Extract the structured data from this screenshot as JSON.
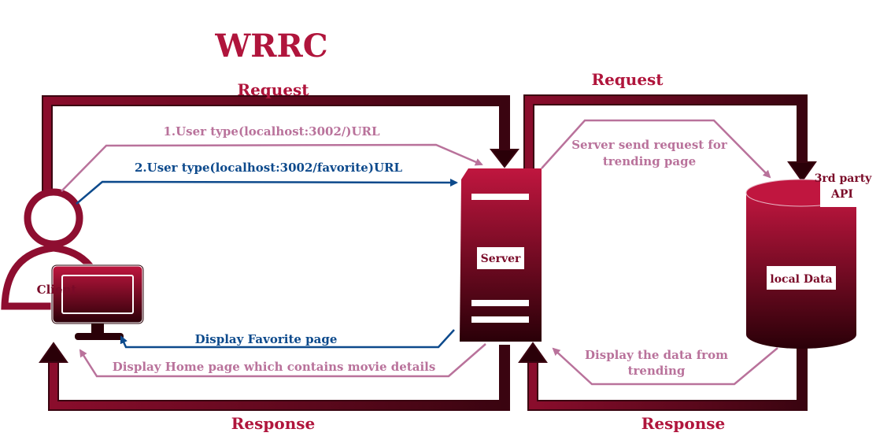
{
  "title": "WRRC",
  "labels": {
    "request_left": "Request",
    "request_right": "Request",
    "response_left": "Response",
    "response_right": "Response"
  },
  "nodes": {
    "client": "Client",
    "server": "Server",
    "local_data": "local Data",
    "api_line1": "3rd party",
    "api_line2": "API"
  },
  "messages": {
    "home_request": "1.User type(localhost:3002/)URL",
    "favorite_request": "2.User type(localhost:3002/favorite)URL",
    "server_request_line1": "Server send request for",
    "server_request_line2": "trending page",
    "favorite_response": "Display Favorite page",
    "home_response": "Display Home page which contains movie details",
    "data_response_line1": "Display the data from",
    "data_response_line2": "trending"
  },
  "colors": {
    "crimson": "#b0153c",
    "pink": "#b9729b",
    "blue": "#0d4a8c"
  }
}
